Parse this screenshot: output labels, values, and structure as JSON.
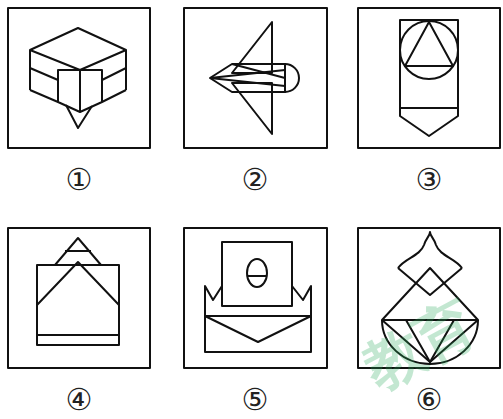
{
  "diagram": {
    "labels": [
      "①",
      "②",
      "③",
      "④",
      "⑤",
      "⑥",
      "教育"
    ]
  }
}
